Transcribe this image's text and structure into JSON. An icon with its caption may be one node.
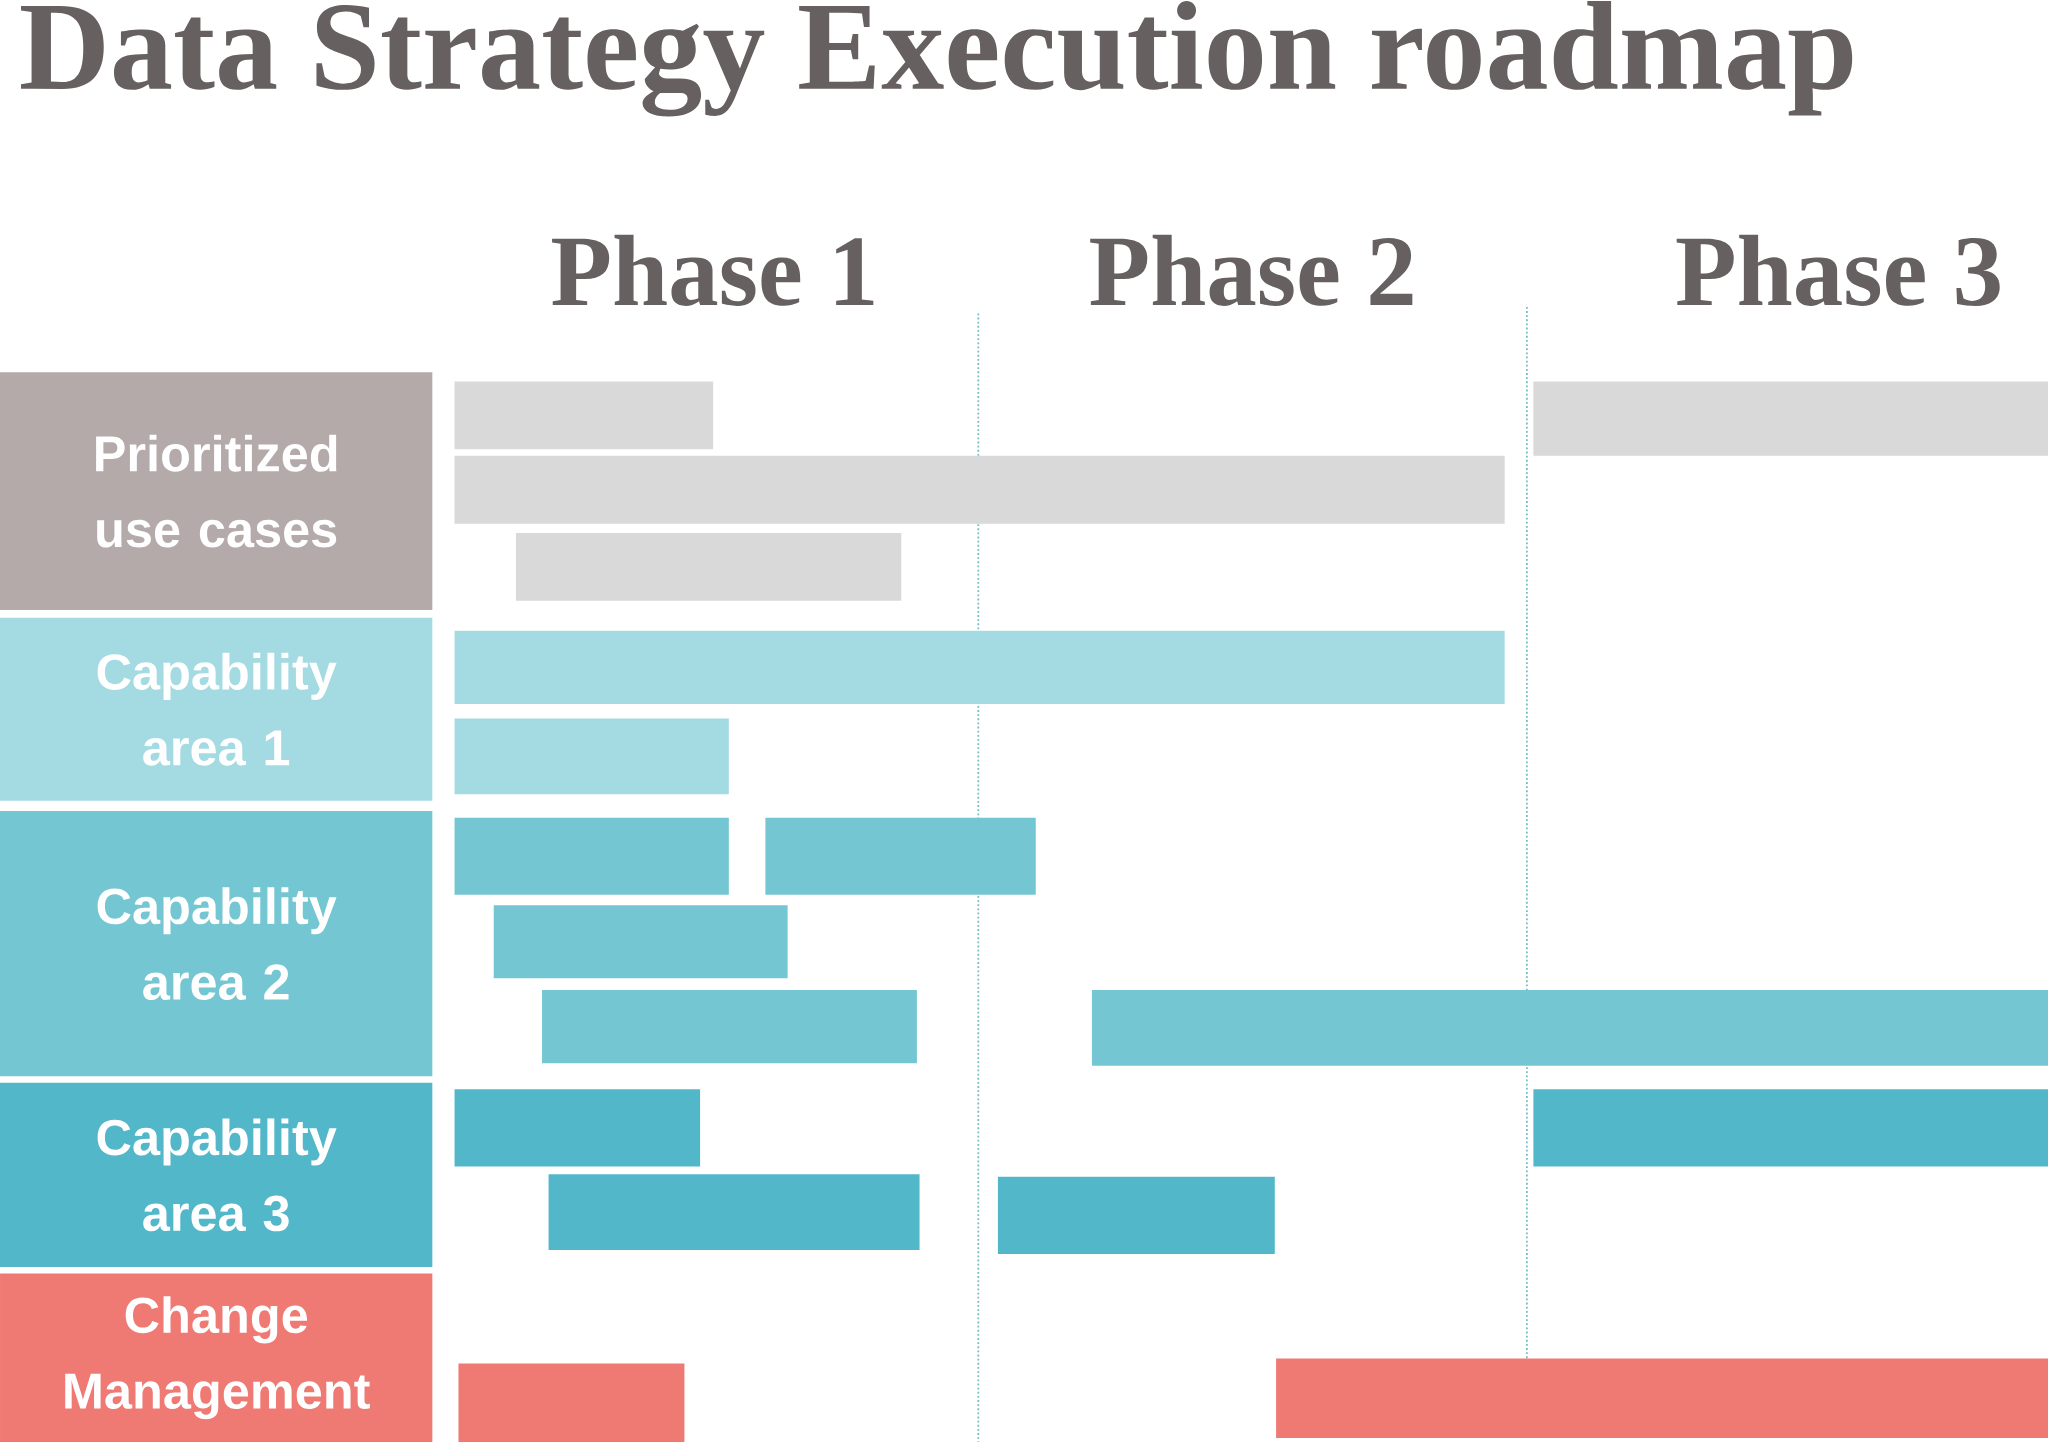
{
  "diagram": {
    "title": "Data Strategy Execution roadmap",
    "nodes": [
      {
        "text": [
          "Prioritized use cases"
        ]
      },
      {
        "text": [],
        "shape": "bar"
      },
      {
        "text": [],
        "shape": "bar"
      },
      {
        "text": [],
        "shape": "bar"
      },
      {
        "text": [],
        "shape": "bar"
      },
      {
        "text": [
          "Capability area 1"
        ]
      },
      {
        "text": [],
        "shape": "bar"
      },
      {
        "text": [],
        "shape": "bar"
      },
      {
        "text": [
          "Capability area 2"
        ]
      },
      {
        "text": [],
        "shape": "bar"
      },
      {
        "text": [],
        "shape": "bar"
      },
      {
        "text": [],
        "shape": "bar"
      },
      {
        "text": [],
        "shape": "bar"
      },
      {
        "text": [],
        "shape": "bar"
      },
      {
        "text": [
          "Capability area 3"
        ]
      },
      {
        "text": [],
        "shape": "bar"
      },
      {
        "text": [],
        "shape": "bar"
      },
      {
        "text": [],
        "shape": "bar"
      },
      {
        "text": [],
        "shape": "bar"
      },
      {
        "text": [
          "Change Management"
        ]
      },
      {
        "text": [],
        "shape": "bar"
      },
      {
        "text": [],
        "shape": "bar"
      }
    ],
    "labels": [
      "Phase 1",
      "Phase 2",
      "Phase 3"
    ]
  }
}
